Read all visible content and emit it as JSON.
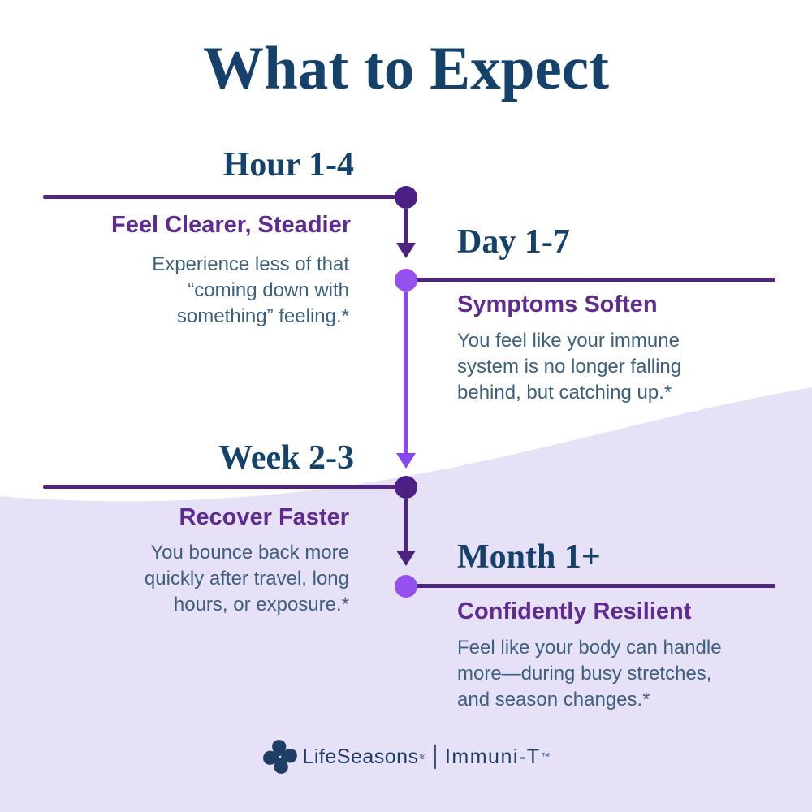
{
  "title": "What to Expect",
  "colors": {
    "background": "#ffffff",
    "wave_lavender": "#e7e1f8",
    "heading_navy": "#15426a",
    "body_text": "#3d5f7e",
    "headline_purple": "#5f2b91",
    "rule_dark_purple": "#50257f",
    "dot_dark_purple": "#4b2082",
    "dot_bright_purple": "#9451ee",
    "arrow_dark_purple": "#4c2380",
    "arrow_bright_purple": "#8b45f1",
    "logo_navy": "#1e3f63"
  },
  "timeline": {
    "stages": [
      {
        "period": "Hour 1-4",
        "headline": "Feel Clearer, Steadier",
        "lines": [
          "Experience less of that",
          "“coming down with",
          "something” feeling.*"
        ],
        "side": "left",
        "dot": "dark-purple"
      },
      {
        "period": "Day 1-7",
        "headline": "Symptoms Soften",
        "lines": [
          "You feel like your immune",
          "system is no longer falling",
          "behind, but catching up.*"
        ],
        "side": "right",
        "dot": "bright-purple"
      },
      {
        "period": "Week 2-3",
        "headline": "Recover Faster",
        "lines": [
          "You bounce back more",
          "quickly after travel, long",
          "hours, or exposure.*"
        ],
        "side": "left",
        "dot": "dark-purple"
      },
      {
        "period": "Month 1+",
        "headline": "Confidently Resilient",
        "lines": [
          "Feel like your body can handle",
          "more—during busy stretches,",
          "and season changes.*"
        ],
        "side": "right",
        "dot": "bright-purple"
      }
    ]
  },
  "footer": {
    "brand": "LifeSeasons",
    "registered_mark": "®",
    "divider": "|",
    "product": "Immuni-T",
    "trademark": "™",
    "icon": "pinwheel-icon"
  }
}
